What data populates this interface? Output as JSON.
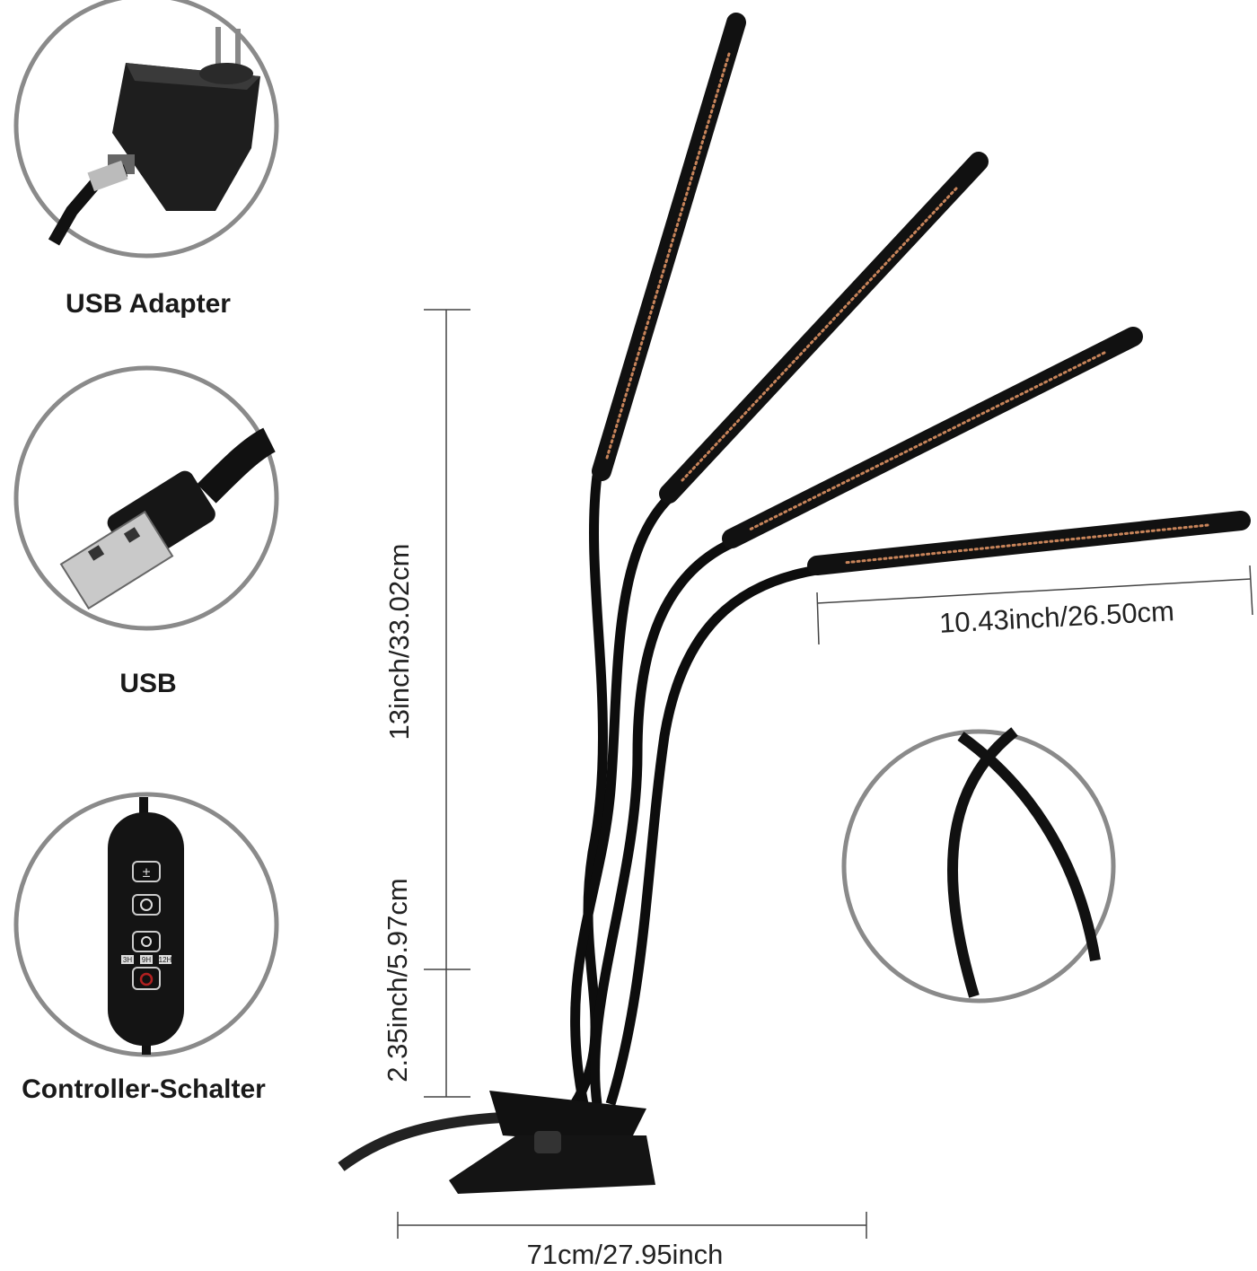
{
  "labels": {
    "usb_adapter": "USB Adapter",
    "usb": "USB",
    "controller": "Controller-Schalter"
  },
  "dimensions": {
    "height_upper": "13inch/33.02cm",
    "height_lower": "2.35inch/5.97cm",
    "bar_length": "10.43inch/26.50cm",
    "total_width": "71cm/27.95inch"
  },
  "controller_buttons": {
    "timer_options": [
      "3H",
      "9H",
      "12H"
    ]
  },
  "colors": {
    "circle_border": "#8a8a8a",
    "lamp": "#111111",
    "led": "#c8845a",
    "power": "#b02020"
  }
}
